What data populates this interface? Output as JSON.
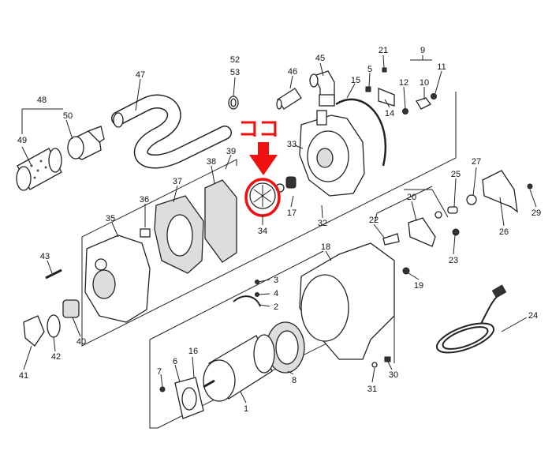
{
  "diagram": {
    "type": "exploded-parts-diagram",
    "callout": {
      "text": "ココ",
      "target_part": "34",
      "color": "#f01010"
    },
    "labels": {
      "p1": "1",
      "p2": "2",
      "p3": "3",
      "p4": "4",
      "p5": "5",
      "p6": "6",
      "p7": "7",
      "p8": "8",
      "p9": "9",
      "p10": "10",
      "p11": "11",
      "p12": "12",
      "p14": "14",
      "p15": "15",
      "p16": "16",
      "p17": "17",
      "p18": "18",
      "p19": "19",
      "p20": "20",
      "p21": "21",
      "p22": "22",
      "p23": "23",
      "p24": "24",
      "p25": "25",
      "p26": "26",
      "p27": "27",
      "p29": "29",
      "p30": "30",
      "p31": "31",
      "p32": "32",
      "p33": "33",
      "p34": "34",
      "p35": "35",
      "p36": "36",
      "p37": "37",
      "p38": "38",
      "p39": "39",
      "p40": "40",
      "p41": "41",
      "p42": "42",
      "p43": "43",
      "p45": "45",
      "p46": "46",
      "p47": "47",
      "p48": "48",
      "p49": "49",
      "p50": "50",
      "p52": "52",
      "p53": "53"
    }
  }
}
